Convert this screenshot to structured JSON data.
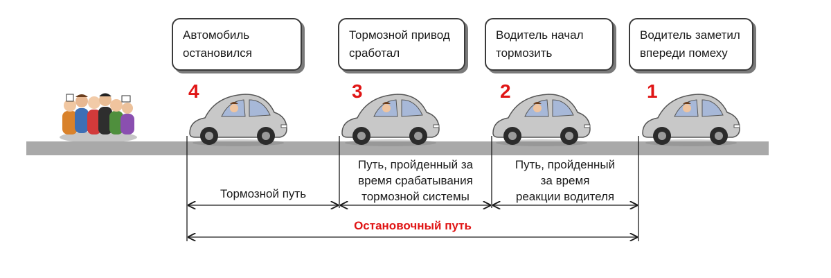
{
  "stages": [
    {
      "number": "4",
      "text": "Автомобиль\nостановился"
    },
    {
      "number": "3",
      "text": "Тормозной привод\nсработал"
    },
    {
      "number": "2",
      "text": "Водитель начал\nтормозить"
    },
    {
      "number": "1",
      "text": "Водитель заметил\nвпереди помеху"
    }
  ],
  "segments": {
    "braking_distance": "Тормозной путь",
    "system_response": "Путь, пройденный за\nвремя срабатывания\nтормозной системы",
    "reaction": "Путь, пройденный\nза время\nреакции водителя"
  },
  "stopping_distance": "Остановочный путь",
  "colors": {
    "accent_red": "#e01515",
    "road": "#a9a9a9",
    "car_body": "#c8c8c8"
  },
  "icons": [
    "car-icon",
    "pedestrian-crowd-icon"
  ]
}
